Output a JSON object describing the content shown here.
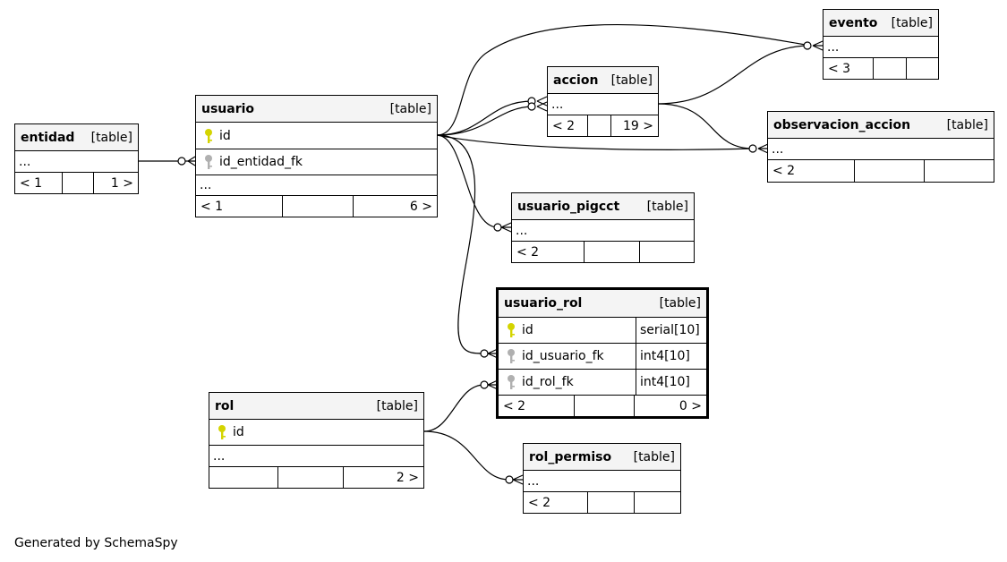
{
  "tables": {
    "entidad": {
      "name": "entidad",
      "type": "[table]",
      "ellipsis": "...",
      "footer": [
        "< 1",
        "",
        "1 >"
      ]
    },
    "usuario": {
      "name": "usuario",
      "type": "[table]",
      "columns": [
        "id",
        "id_entidad_fk"
      ],
      "ellipsis": "...",
      "footer": [
        "< 1",
        "",
        "6 >"
      ]
    },
    "accion": {
      "name": "accion",
      "type": "[table]",
      "ellipsis": "...",
      "footer": [
        "< 2",
        "",
        "19 >"
      ]
    },
    "evento": {
      "name": "evento",
      "type": "[table]",
      "ellipsis": "...",
      "footer": [
        "< 3",
        "",
        ""
      ]
    },
    "observacion_accion": {
      "name": "observacion_accion",
      "type": "[table]",
      "ellipsis": "...",
      "footer": [
        "< 2",
        "",
        ""
      ]
    },
    "usuario_pigcct": {
      "name": "usuario_pigcct",
      "type": "[table]",
      "ellipsis": "...",
      "footer": [
        "< 2",
        "",
        ""
      ]
    },
    "usuario_rol": {
      "name": "usuario_rol",
      "type": "[table]",
      "columns": [
        {
          "name": "id",
          "type": "serial[10]"
        },
        {
          "name": "id_usuario_fk",
          "type": "int4[10]"
        },
        {
          "name": "id_rol_fk",
          "type": "int4[10]"
        }
      ],
      "footer": [
        "< 2",
        "",
        "0 >"
      ]
    },
    "rol": {
      "name": "rol",
      "type": "[table]",
      "columns": [
        "id"
      ],
      "ellipsis": "...",
      "footer": [
        "",
        "",
        "2 >"
      ]
    },
    "rol_permiso": {
      "name": "rol_permiso",
      "type": "[table]",
      "ellipsis": "...",
      "footer": [
        "< 2",
        "",
        ""
      ]
    }
  },
  "generated_by": "Generated by SchemaSpy",
  "colors": {
    "primary_key": "#d4d400",
    "foreign_key": "#b0b0b0",
    "header_bg": "#f4f4f4"
  },
  "icons": {
    "primary_key": "key-icon",
    "foreign_key": "key-icon"
  }
}
